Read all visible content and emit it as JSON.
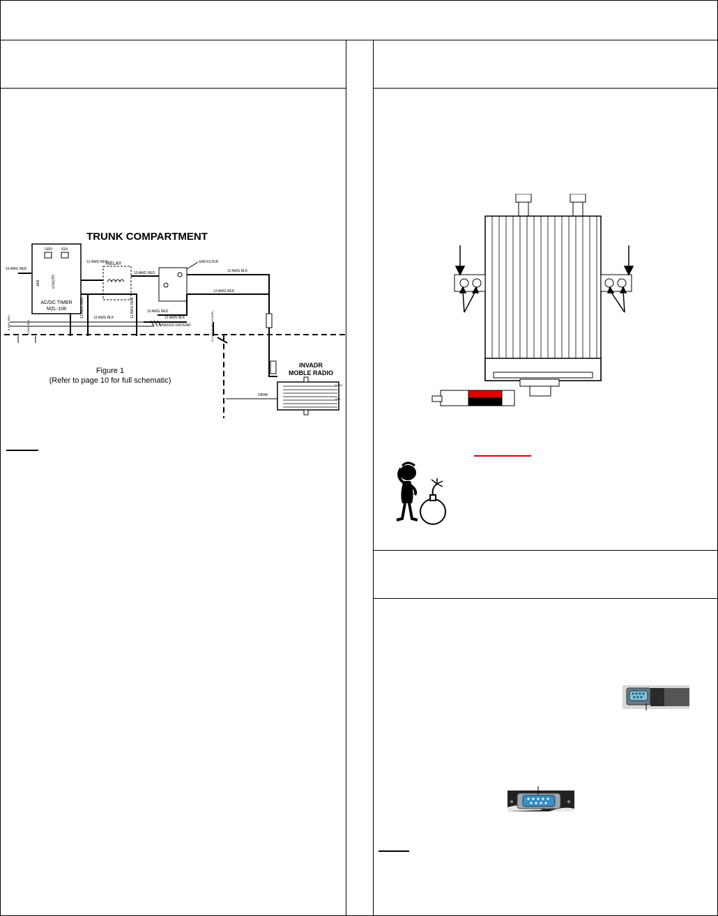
{
  "wiring_diagram": {
    "title": "TRUNK COMPARTMENT",
    "labels": {
      "wire_16awg_red": "16 AWG RED",
      "grd": "GRD",
      "ign": "IGN",
      "bat": "BAT",
      "output": "OUTPUT",
      "timer_name": "AC/DC TIMER",
      "timer_model": "MZL-108",
      "wire_12awg_red_top": "12 AWG RED",
      "relay": "RELAY",
      "wire_10awg_red": "10 AWG RED",
      "emi_filter": "EMI FILTER",
      "wire_12awg_blk_top": "12 AWG BLK",
      "wire_12awg_red_mid": "12 AWG RED",
      "wire_12awg_red_left": "12 AWG RED",
      "wire_12awg_blk_left": "12 AWG BLK",
      "wire_12awg_red_vert": "12 AWG RED",
      "wire_10awg_red_low": "10 AWG RED",
      "wire_12awg_blk_low": "12 AWG BLK",
      "chassis_ground": "CHASSIS GROUND",
      "inline_fuse": "IN LINE FUSE (15 AMP)",
      "wire_8awg_red": "8 AWG RED",
      "wire_8awg_blk": "8 AWG BLK",
      "db9m": "DB9M",
      "radio_name_1": "INVADR",
      "radio_name_2": "MOBLE RADIO",
      "tx_rx": "TX/RX",
      "gps": "GPS"
    },
    "caption_1": "Figure 1",
    "caption_2": "(Refer to page 10 for full schematic)"
  }
}
